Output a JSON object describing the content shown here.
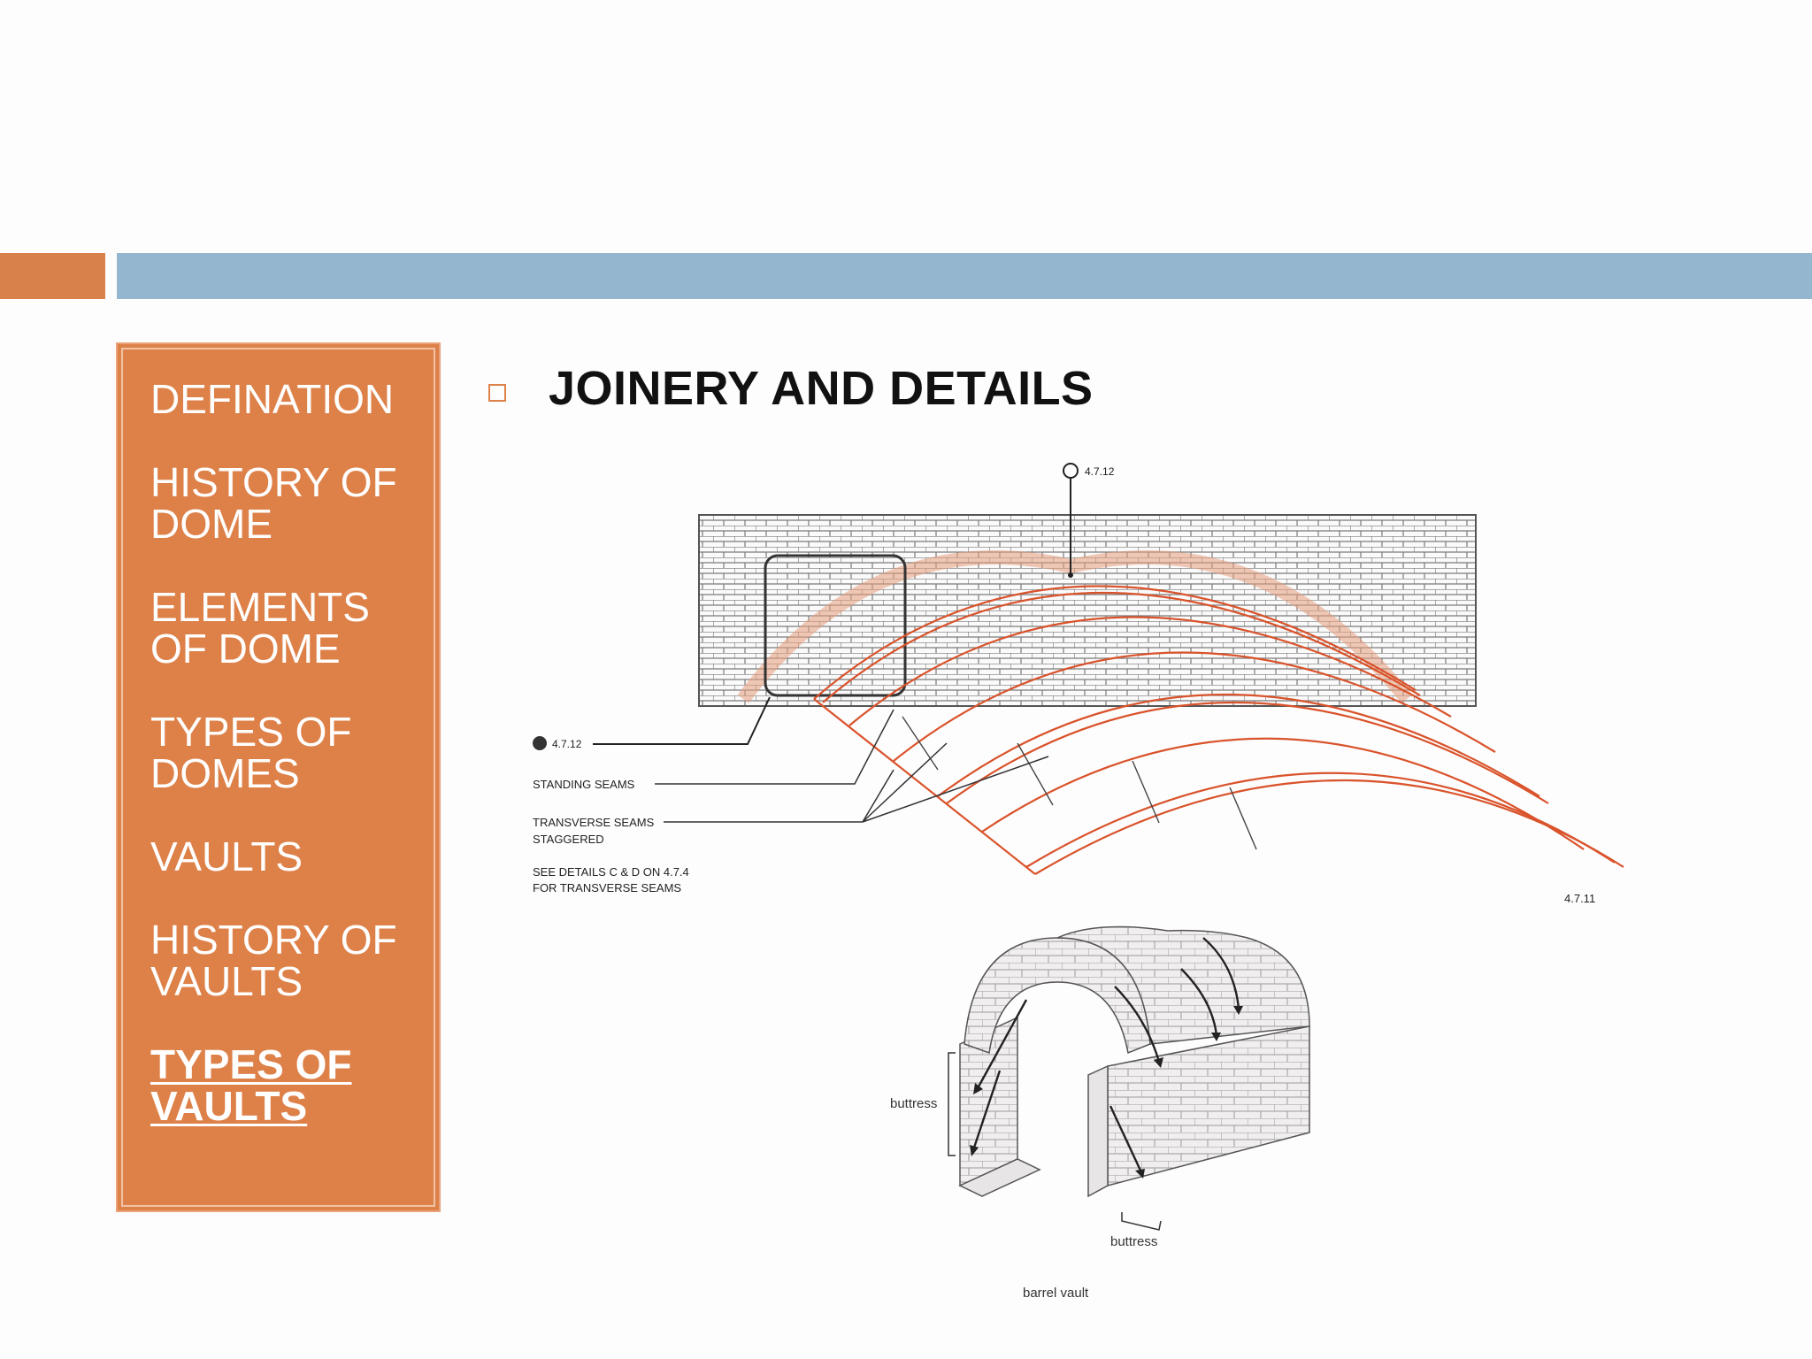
{
  "nav": {
    "items": [
      {
        "label": "DEFINATION"
      },
      {
        "label": "HISTORY OF\nDOME"
      },
      {
        "label": "ELEMENTS\nOF DOME"
      },
      {
        "label": "TYPES OF\nDOMES"
      },
      {
        "label": "VAULTS"
      },
      {
        "label": "HISTORY OF\nVAULTS"
      },
      {
        "label": "TYPES OF\nVAULTS",
        "active": true
      }
    ]
  },
  "content": {
    "heading": "JOINERY AND DETAILS"
  },
  "drawing1": {
    "callout_top": "4.7.12",
    "callout_left": "4.7.12",
    "label_standing": "STANDING SEAMS",
    "label_transverse_1": "TRANSVERSE SEAMS",
    "label_transverse_2": "STAGGERED",
    "label_see_1": "SEE DETAILS C & D ON 4.7.4",
    "label_see_2": "FOR TRANSVERSE SEAMS",
    "ref": "4.7.11"
  },
  "drawing2": {
    "label_buttress_left": "buttress",
    "label_buttress_bottom": "buttress",
    "caption": "barrel vault"
  },
  "colors": {
    "orange": "#de8149",
    "blue": "#94b6cf"
  }
}
